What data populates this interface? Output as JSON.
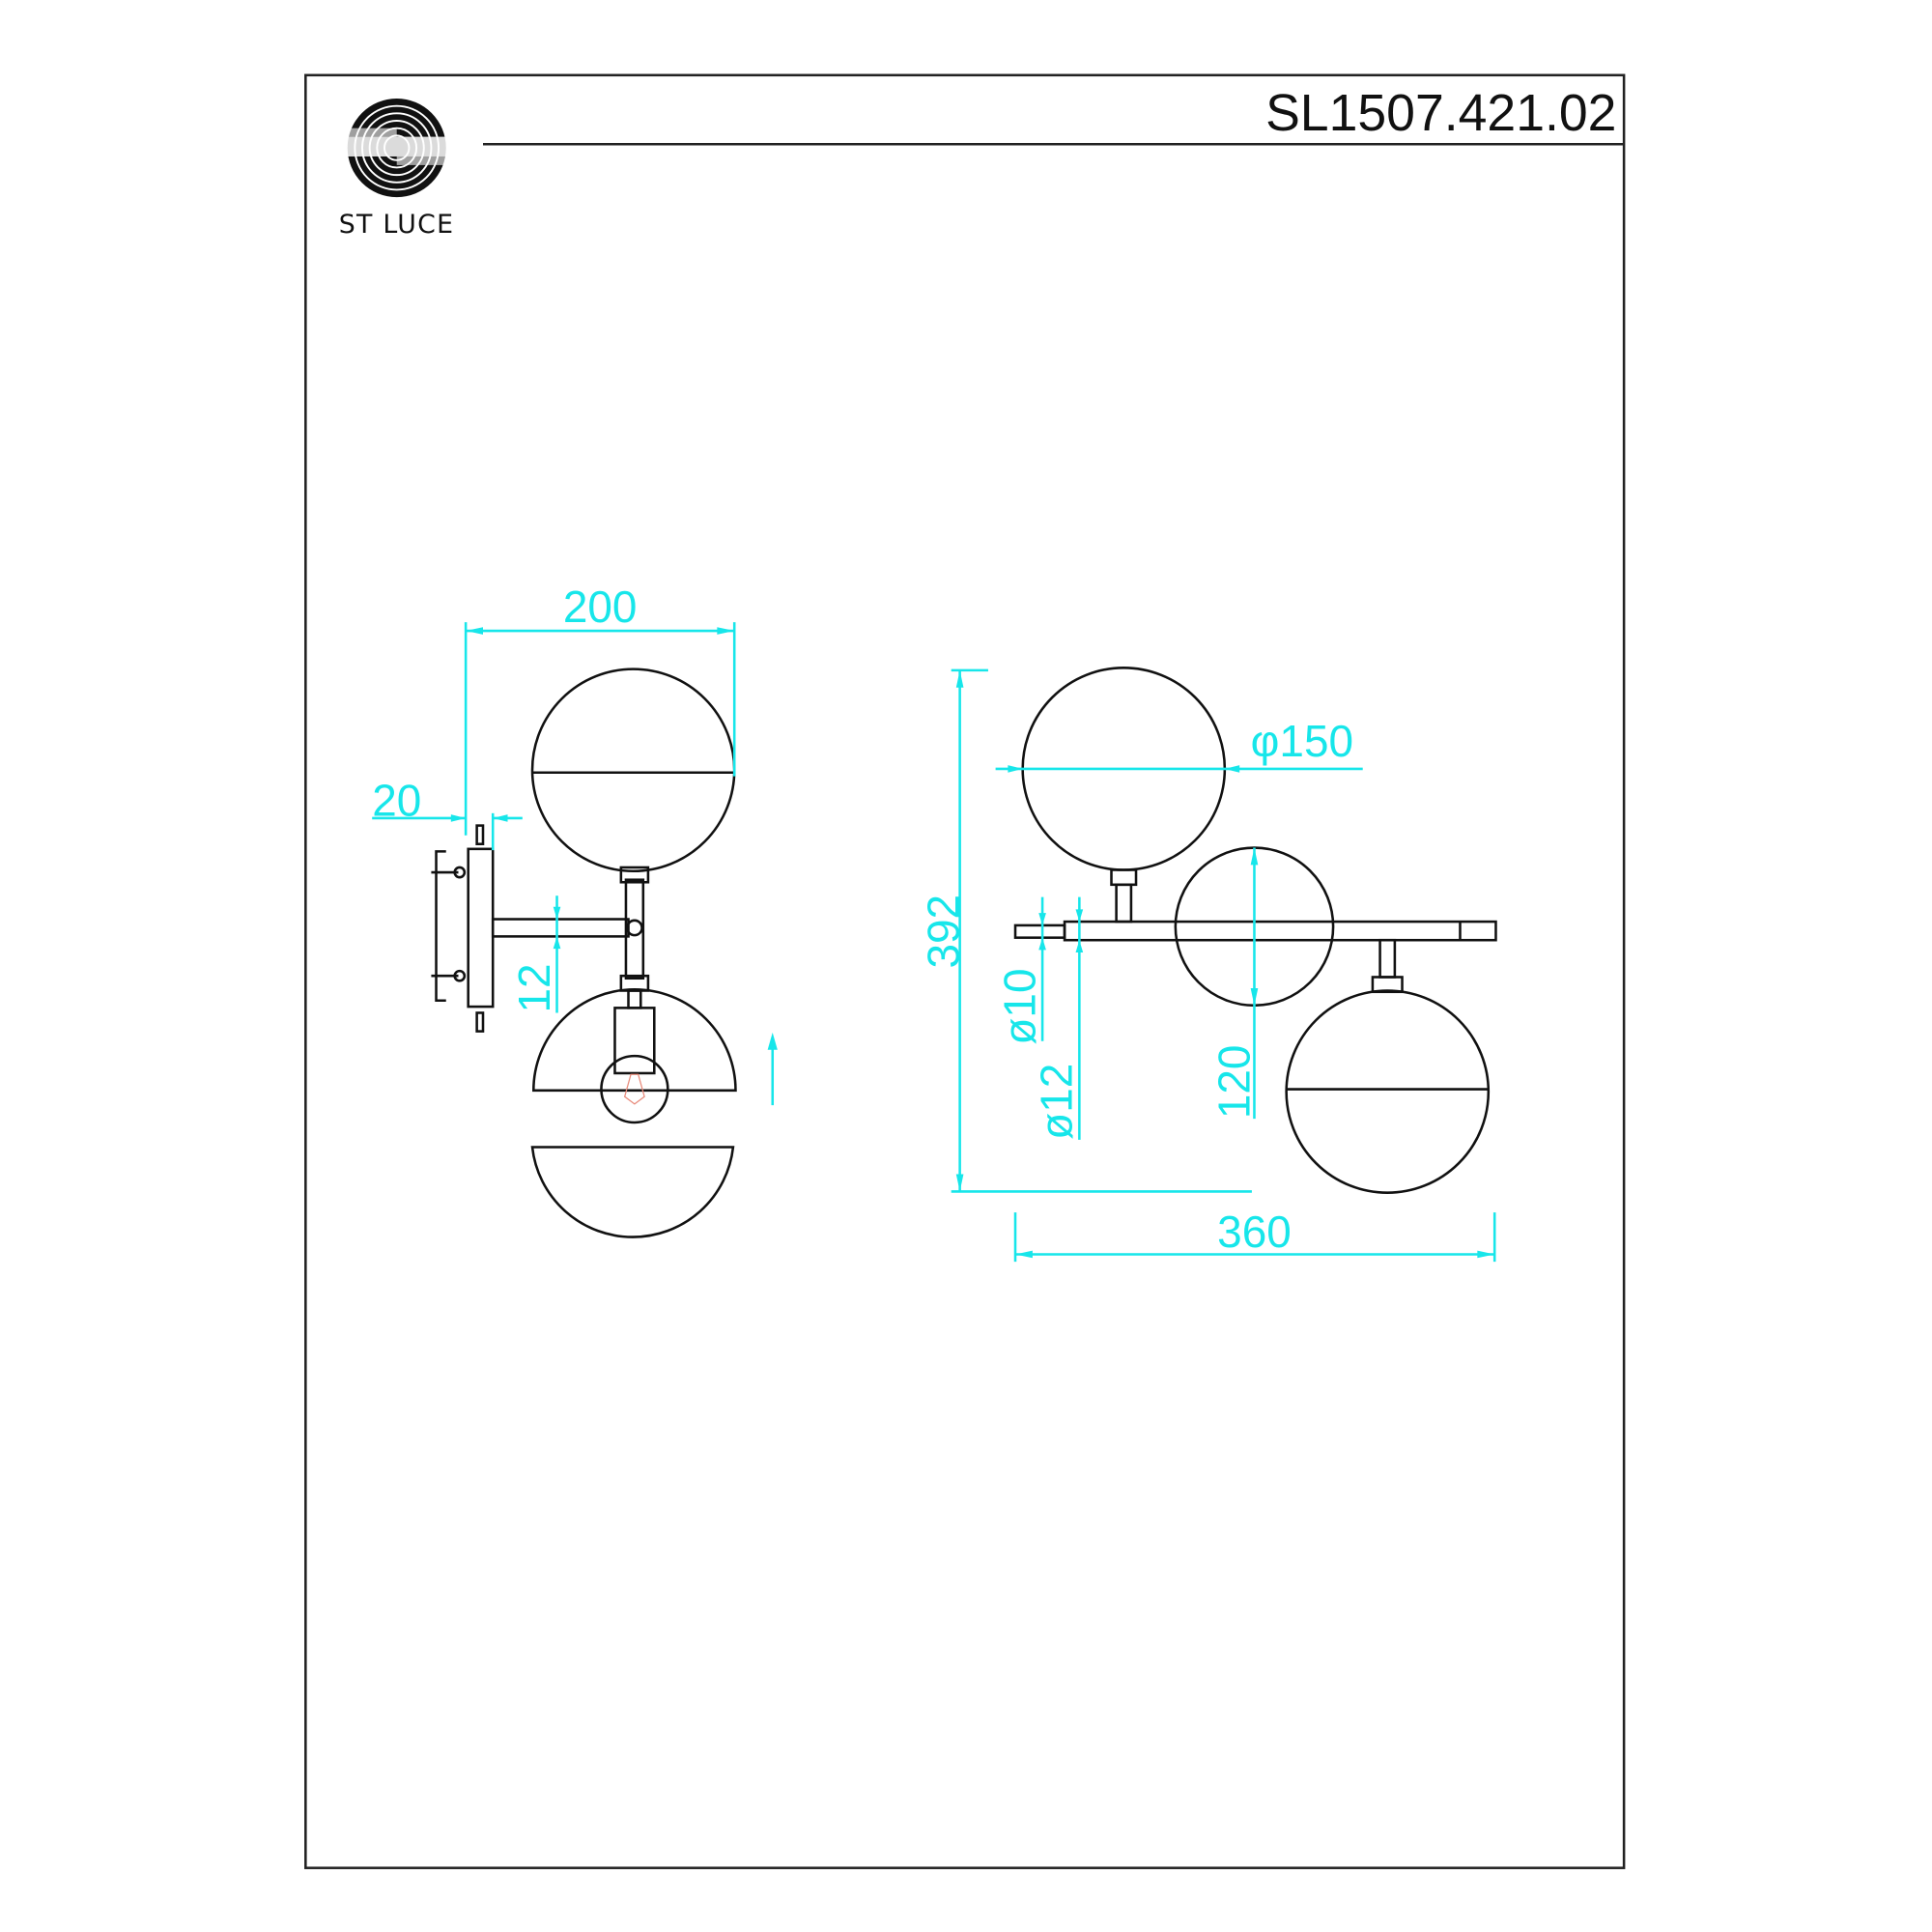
{
  "header": {
    "brand": "ST LUCE",
    "model_code": "SL1507.421.02",
    "logo": "st-luce-spiral-logo"
  },
  "side_view": {
    "dimensions": {
      "width_total": "200",
      "mount_depth": "20",
      "arm_diameter": "12"
    }
  },
  "front_view": {
    "dimensions": {
      "height_total": "392",
      "globe_diameter": "φ150",
      "bar_diameter_small": "ø10",
      "bar_diameter_large": "ø12",
      "globe_offset": "120",
      "width_total": "360"
    }
  },
  "colors": {
    "dimension": "#17e6ea",
    "line": "#111111",
    "bulb_filament": "#e88a7a"
  }
}
